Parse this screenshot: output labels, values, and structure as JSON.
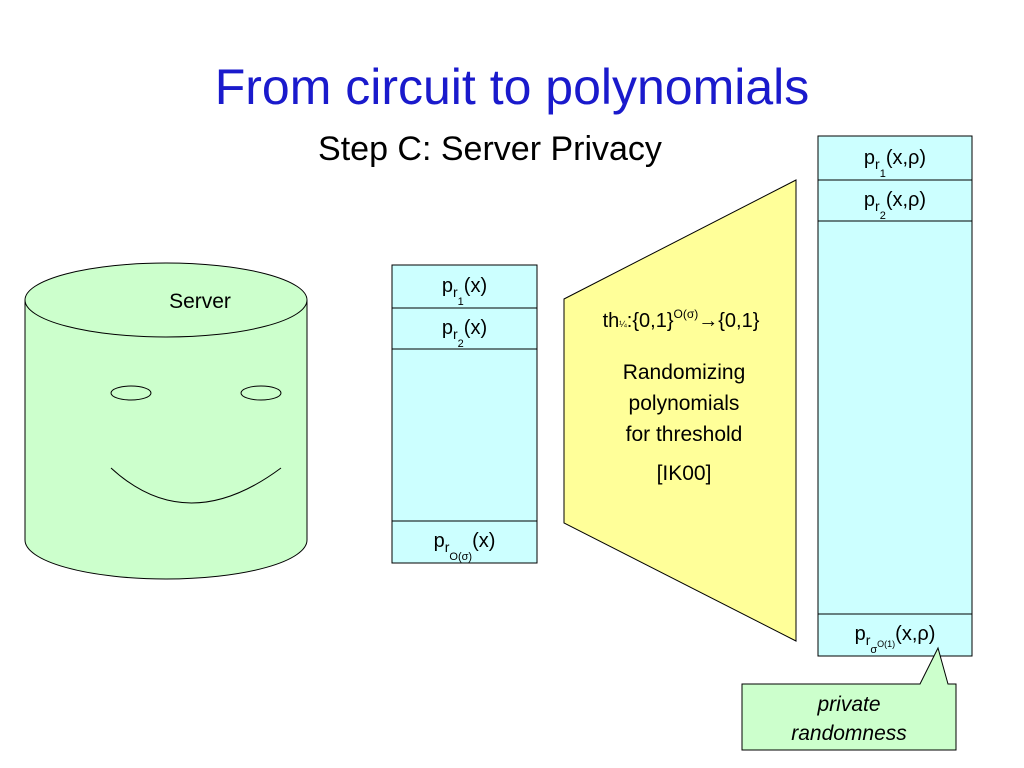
{
  "slide": {
    "title": "From circuit to polynomials",
    "subtitle": "Step C: Server Privacy"
  },
  "server": {
    "label": "Server"
  },
  "poly_list": {
    "item1": {
      "base": "p",
      "sub": "r",
      "subsub": "1",
      "args": "(x)"
    },
    "item2": {
      "base": "p",
      "sub": "r",
      "subsub": "2",
      "args": "(x)"
    },
    "last": {
      "base": "p",
      "sub": "r",
      "subsub": "O(σ)",
      "args": "(x)"
    }
  },
  "transform": {
    "formula_prefix": "th",
    "formula_sub": "¼",
    "formula_mid": ":{0,1}",
    "formula_sup": "O(σ)",
    "formula_suffix": "→{0,1}",
    "line1": "Randomizing",
    "line2": "polynomials",
    "line3": "for threshold",
    "citation": "[IK00]"
  },
  "randomized_list": {
    "item1": {
      "base": "p",
      "sub": "r",
      "subsub": "1",
      "args": "(x,ρ)"
    },
    "item2": {
      "base": "p",
      "sub": "r",
      "subsub": "2",
      "args": "(x,ρ)"
    },
    "last": {
      "base": "p",
      "sub": "r",
      "subsub": "σ",
      "subsup": "O(1)",
      "args": "(x,ρ)"
    }
  },
  "callout": {
    "line1": "private",
    "line2": "randomness"
  },
  "colors": {
    "title": "#1a1acc",
    "server_fill": "#ccffcc",
    "list_fill": "#ccffff",
    "transform_fill": "#ffff99",
    "callout_fill": "#ccffcc"
  }
}
